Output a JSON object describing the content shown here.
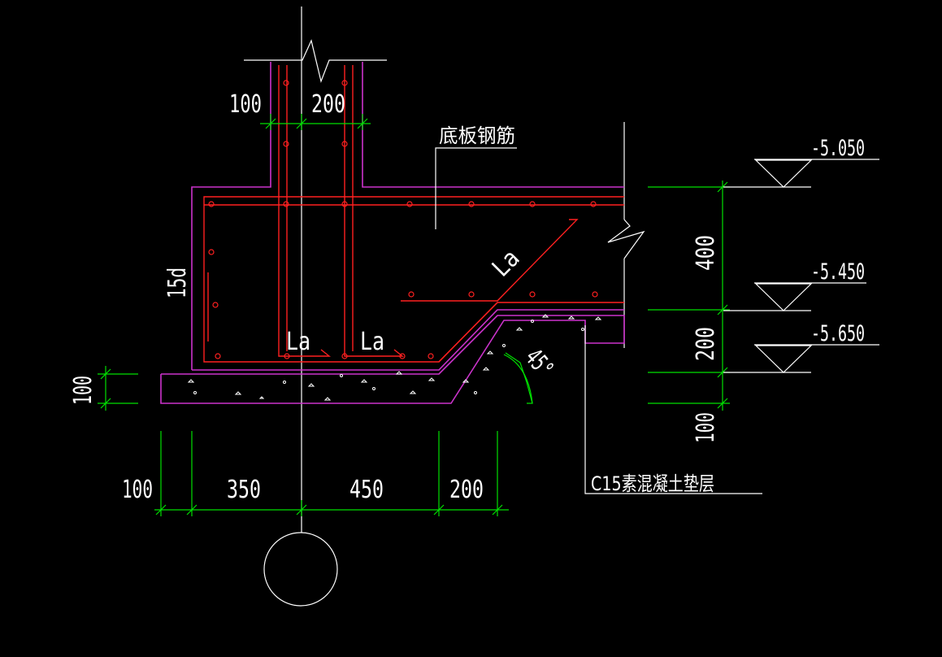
{
  "colors": {
    "background": "#000000",
    "outline": "#cc33cc",
    "rebar": "#ff2020",
    "dimension": "#00e000",
    "annotation": "#ffffff"
  },
  "labels": {
    "slab_rebar": "底板钢筋",
    "cushion": "C15素混凝土垫层",
    "anchor_1": "La",
    "anchor_2": "La",
    "anchor_slope": "La",
    "hook": "15d",
    "angle": "45°"
  },
  "dimensions": {
    "wall_left": "100",
    "wall_thickness": "200",
    "cushion_left": "100",
    "bottom_1": "100",
    "bottom_2": "350",
    "bottom_3": "450",
    "bottom_4": "200",
    "right_1": "400",
    "right_2": "200",
    "right_3": "100"
  },
  "elevations": {
    "top": "-5.050",
    "middle": "-5.450",
    "bottom": "-5.650"
  }
}
